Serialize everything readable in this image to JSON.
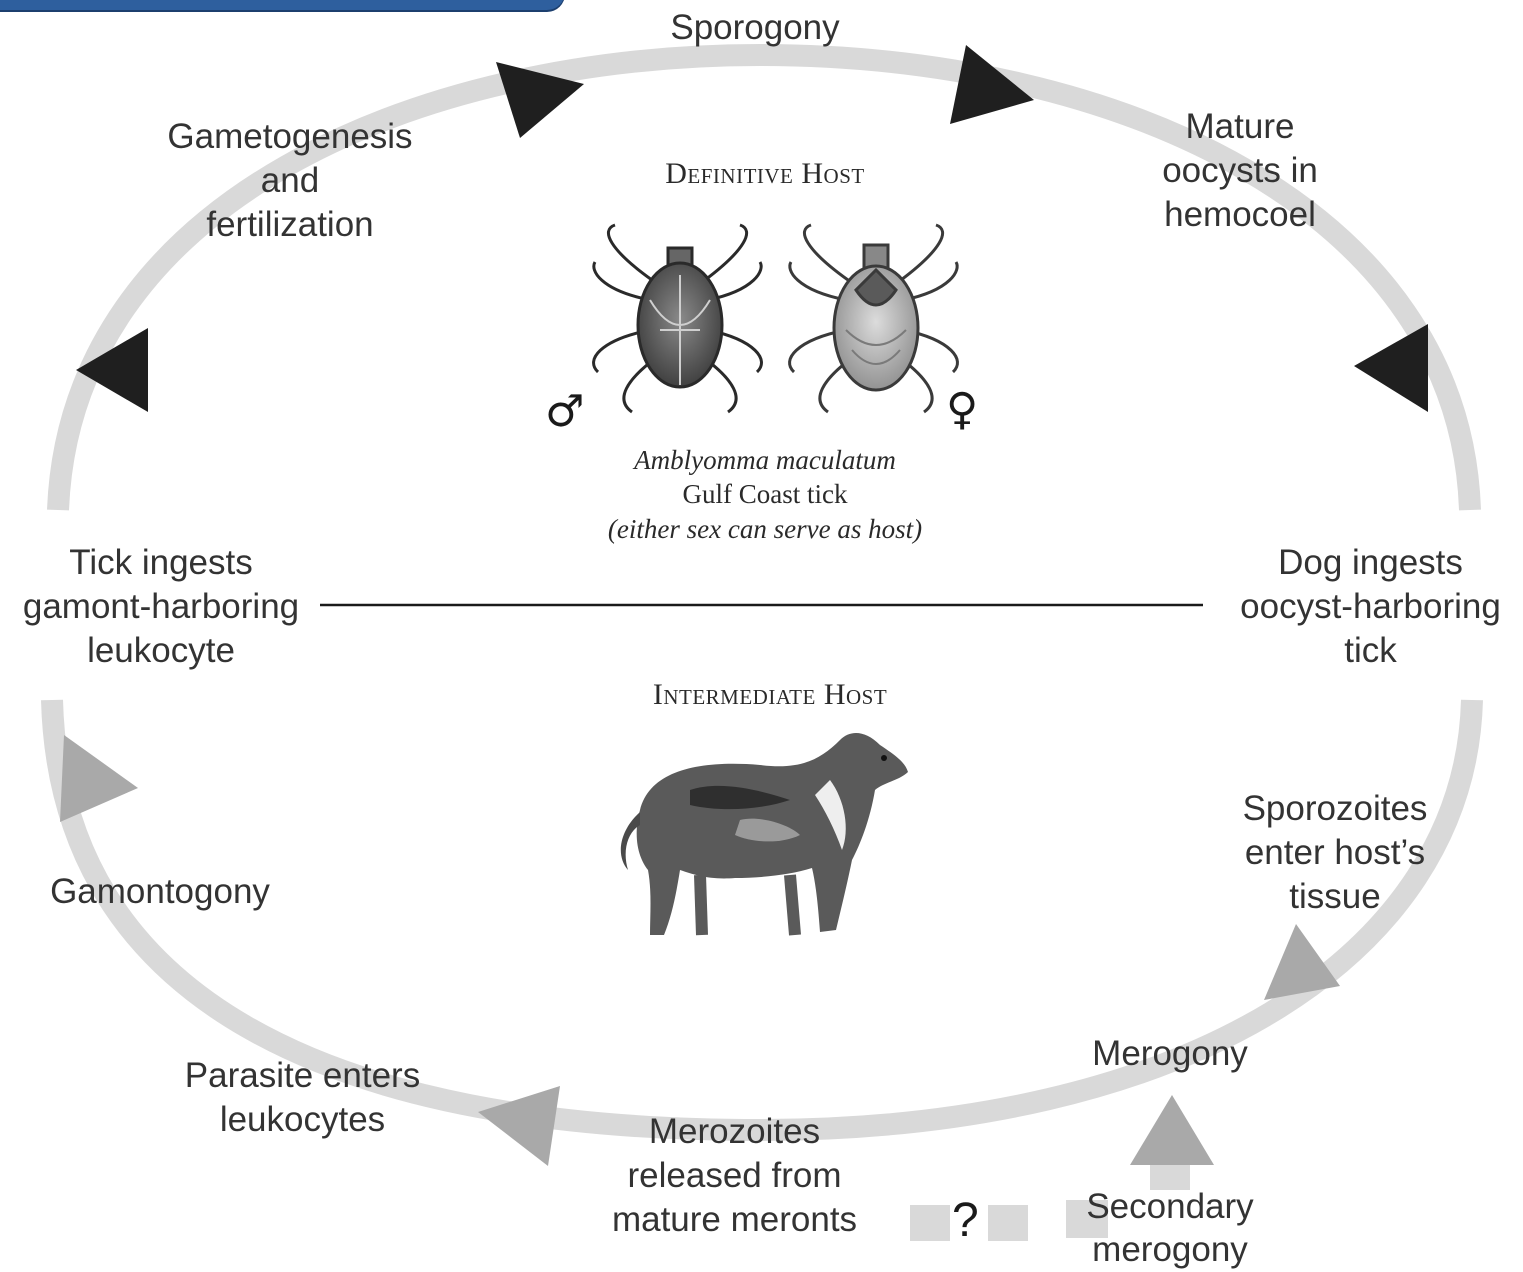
{
  "labels": {
    "sporogony": "Sporogony",
    "gametogenesis": [
      "Gametogenesis",
      "and",
      "fertilization"
    ],
    "mature_oocysts": [
      "Mature",
      "oocysts in",
      "hemocoel"
    ],
    "tick_ingests": [
      "Tick ingests",
      "gamont-harboring",
      "leukocyte"
    ],
    "dog_ingests": [
      "Dog ingests",
      "oocyst-harboring",
      "tick"
    ],
    "sporozoites": [
      "Sporozoites",
      "enter host’s",
      "tissue"
    ],
    "gamontogony": "Gamontogony",
    "merogony": "Merogony",
    "parasite_enters": [
      "Parasite enters",
      "leukocytes"
    ],
    "merozoites": [
      "Merozoites",
      "released from",
      "mature meronts"
    ],
    "secondary_merogony": [
      "Secondary",
      "merogony"
    ],
    "uncertain": "?"
  },
  "definitive_host": {
    "title": "Definitive Host",
    "species_italic": "Amblyomma maculatum",
    "common_name": "Gulf Coast tick",
    "note": "(either sex can serve as host)",
    "male_symbol": "♂",
    "female_symbol": "♀"
  },
  "intermediate_host": {
    "title": "Intermediate Host"
  },
  "icons": {
    "male_tick": "tick-dorsal-illustration",
    "female_tick": "tick-dorsal-illustration",
    "dog": "collie-dog-illustration"
  },
  "colors": {
    "cycle_track": "#d9d9d9",
    "definitive_arrow": "#1f1f1f",
    "intermediate_arrow": "#a9a9a9",
    "divider": "#1a1a1a"
  }
}
